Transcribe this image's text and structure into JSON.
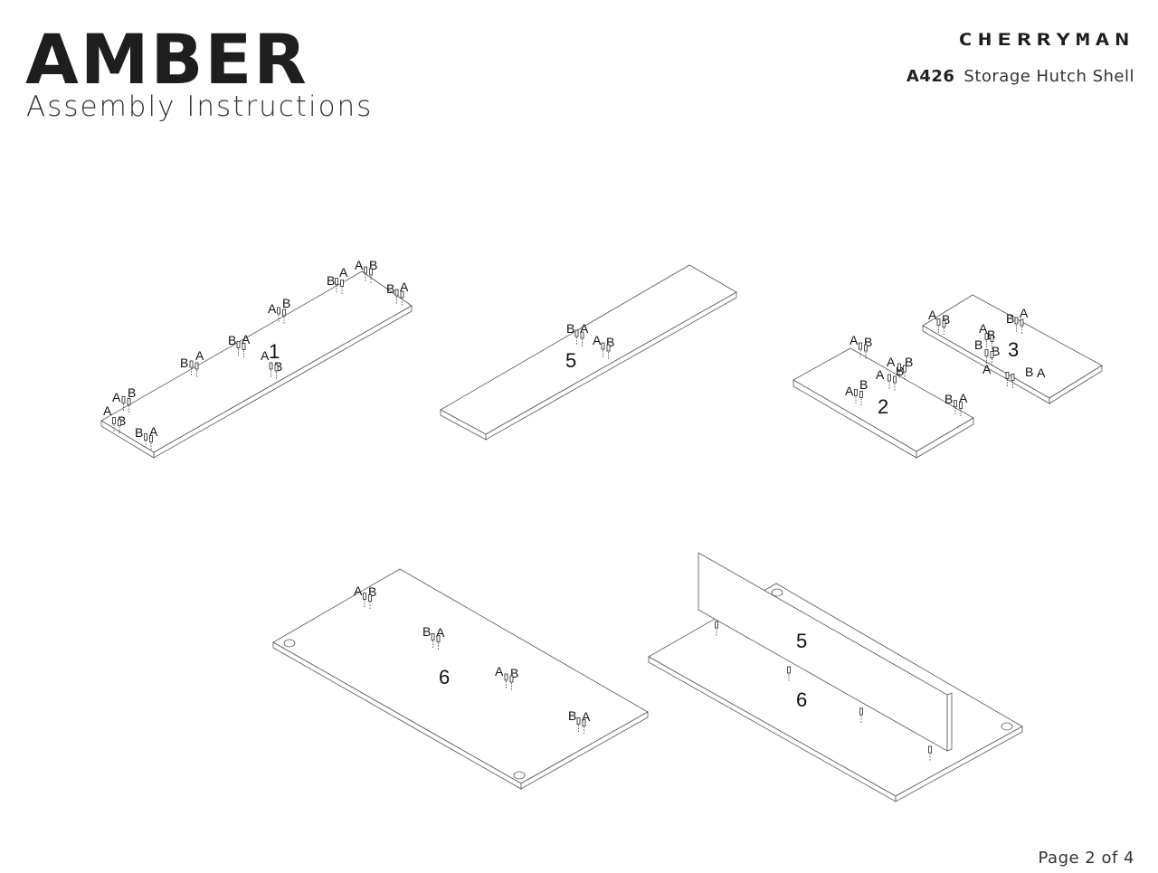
{
  "header": {
    "series_name": "AMBER",
    "document_type": "Assembly Instructions",
    "brand_logo": "CHERRYMAN",
    "model_number": "A426",
    "product_name": "Storage Hutch Shell"
  },
  "diagrams": [
    {
      "part": "1",
      "hardware_labels": [
        "B",
        "A",
        "A",
        "B",
        "B",
        "A",
        "A",
        "B",
        "B",
        "A",
        "B",
        "A",
        "A",
        "B",
        "A",
        "B",
        "A",
        "B",
        "B",
        "A"
      ]
    },
    {
      "part": "5",
      "hardware_labels": [
        "B",
        "A",
        "A",
        "B"
      ]
    },
    {
      "part": "2",
      "hardware_labels": [
        "A",
        "B",
        "A",
        "B",
        "A",
        "B",
        "A",
        "B",
        "B",
        "A"
      ]
    },
    {
      "part": "3",
      "hardware_labels": [
        "A",
        "B",
        "B",
        "A",
        "A",
        "B",
        "B",
        "B",
        "A",
        "B",
        "A"
      ]
    },
    {
      "part": "6",
      "hardware_labels": [
        "A",
        "B",
        "B",
        "A",
        "A",
        "B",
        "B",
        "A"
      ]
    },
    {
      "parts": [
        "5",
        "6"
      ]
    }
  ],
  "footer": {
    "page_indicator": "Page 2 of 4"
  }
}
